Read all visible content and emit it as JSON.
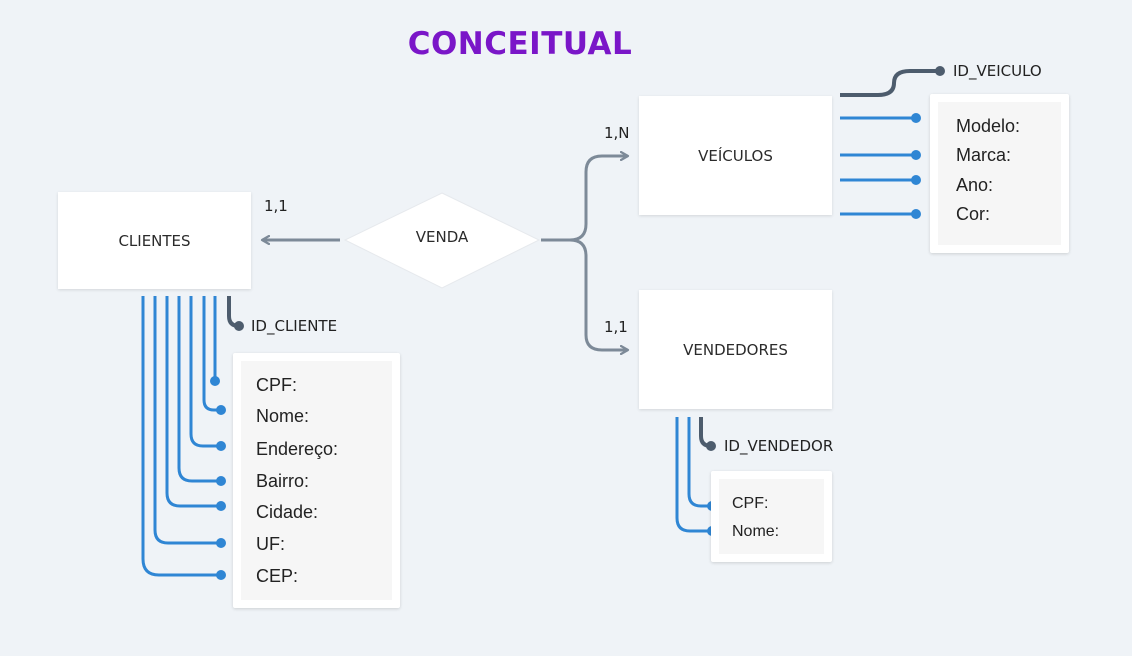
{
  "title": "CONCEITUAL",
  "entities": {
    "clientes": "CLIENTES",
    "veiculos": "VEÍCULOS",
    "vendedores": "VENDEDORES"
  },
  "relationship": "VENDA",
  "cardinalities": {
    "clientes": "1,1",
    "veiculos": "1,N",
    "vendedores": "1,1"
  },
  "keys": {
    "cliente": "ID_CLIENTE",
    "veiculo": "ID_VEICULO",
    "vendedor": "ID_VENDEDOR"
  },
  "attributes": {
    "clientes": [
      "CPF:",
      "Nome:",
      "Endereço:",
      "Bairro:",
      "Cidade:",
      "UF:",
      "CEP:"
    ],
    "veiculos": [
      "Modelo:",
      "Marca:",
      "Ano:",
      "Cor:"
    ],
    "vendedores": [
      "CPF:",
      "Nome:"
    ]
  },
  "colors": {
    "accent": "#7a16c8",
    "attribute_line": "#2f86d4",
    "key_line": "#4d5c6d",
    "relation_line": "#7d8a98"
  }
}
